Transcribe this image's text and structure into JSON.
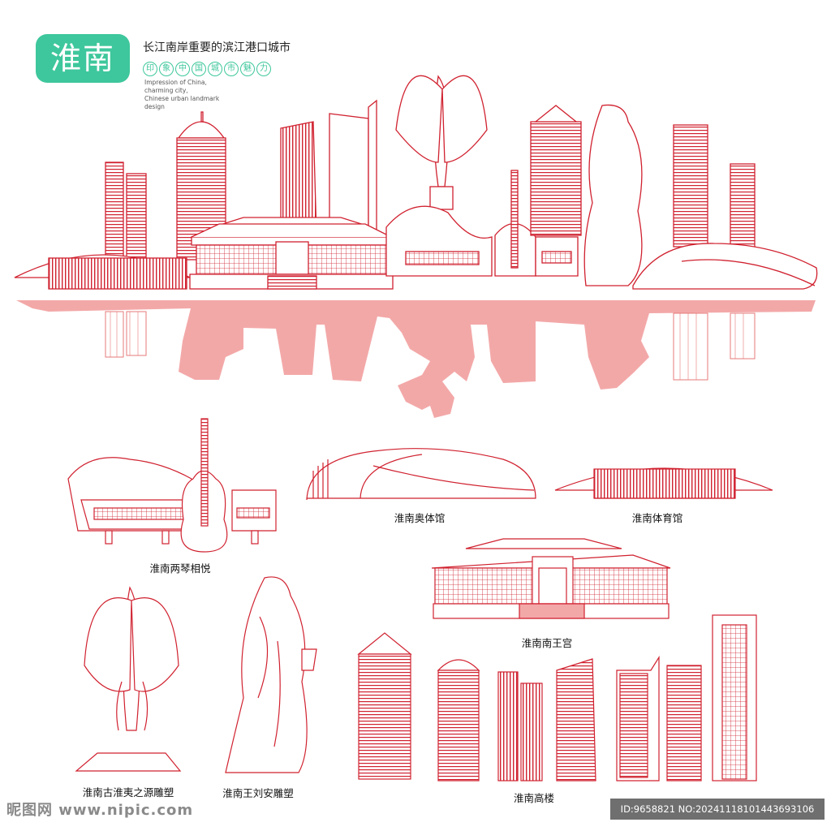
{
  "header": {
    "city": "淮南",
    "headline": "长江南岸重要的滨江港口城市",
    "chips": [
      "印",
      "象",
      "中",
      "国",
      "城",
      "市",
      "魅",
      "力"
    ],
    "english_lines": [
      "Impression of China,",
      "charming city,",
      "Chinese urban landmark",
      "design"
    ]
  },
  "captions": {
    "qin": "淮南两琴相悦",
    "olympic": "淮南奥体馆",
    "gym": "淮南体育馆",
    "palace": "淮南南王宫",
    "sculpture": "淮南古淮夷之源雕塑",
    "liuan": "淮南王刘安雕塑",
    "towers": "淮南高楼"
  },
  "footer": {
    "watermark": "昵图网 www.nipic.com",
    "id_text": "ID:9658821 NO:20241118101443693106"
  },
  "colors": {
    "line": "#d0212f",
    "reflection": "#f3a8a8",
    "badge": "#3ec79c"
  }
}
